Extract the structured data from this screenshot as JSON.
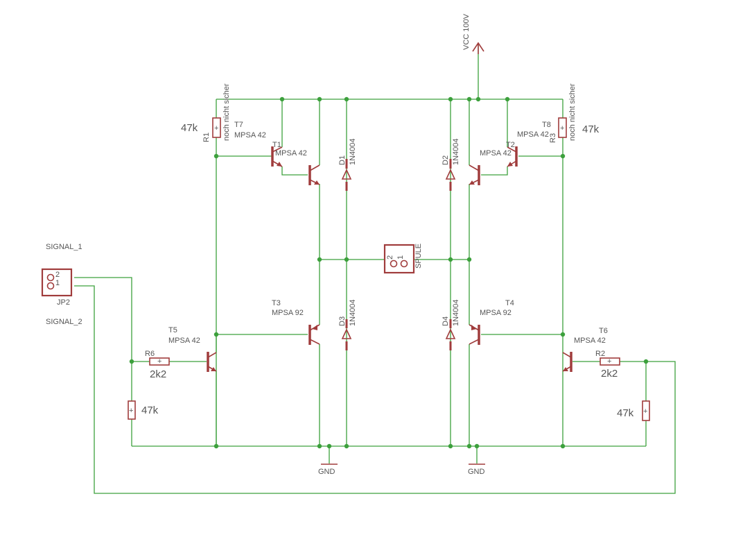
{
  "labels": {
    "vcc": "VCC 100V",
    "signal_1": "SIGNAL_1",
    "signal_2": "SIGNAL_2",
    "jp2": "JP2",
    "jp2_pin2": "2",
    "jp2_pin1": "1",
    "spule": "SPULE",
    "spule_pin2": "2",
    "spule_pin1": "1",
    "gnd_left": "GND",
    "gnd_right": "GND",
    "noch_nicht_sicher_left": "noch nicht sicher",
    "noch_nicht_sicher_right": "noch nicht sicher",
    "plus": "+"
  },
  "resistors": {
    "r1": {
      "name": "R1",
      "value": "47k"
    },
    "r3": {
      "name": "R3",
      "value": "47k"
    },
    "r6": {
      "name": "R6",
      "value": "2k2"
    },
    "r2": {
      "name": "R2",
      "value": "2k2"
    },
    "r_left_bottom": {
      "value": "47k"
    },
    "r_right_bottom": {
      "value": "47k"
    }
  },
  "transistors": {
    "t7": {
      "name": "T7",
      "type": "MPSA 42"
    },
    "t1": {
      "name": "T1",
      "type": "MPSA 42"
    },
    "t8": {
      "name": "T8",
      "type": "MPSA 42"
    },
    "t2": {
      "name": "T2",
      "type": "MPSA 42"
    },
    "t3": {
      "name": "T3",
      "type": "MPSA 92"
    },
    "t4": {
      "name": "T4",
      "type": "MPSA 92"
    },
    "t5": {
      "name": "T5",
      "type": "MPSA 42"
    },
    "t6": {
      "name": "T6",
      "type": "MPSA 42"
    }
  },
  "diodes": {
    "d1": {
      "name": "D1",
      "type": "1N4004"
    },
    "d2": {
      "name": "D2",
      "type": "1N4004"
    },
    "d3": {
      "name": "D3",
      "type": "1N4004"
    },
    "d4": {
      "name": "D4",
      "type": "1N4004"
    }
  },
  "colors": {
    "wire": "#3ca03c",
    "symbol": "#a03c3c",
    "text": "#555555",
    "background": "#ffffff"
  }
}
